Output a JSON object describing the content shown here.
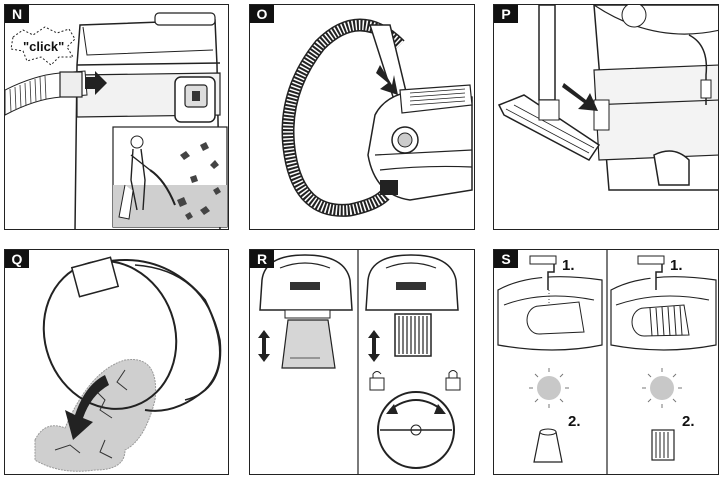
{
  "panels": [
    {
      "label": "N",
      "caption": "\"click\""
    },
    {
      "label": "O"
    },
    {
      "label": "P"
    },
    {
      "label": "Q"
    },
    {
      "label": "R"
    },
    {
      "label": "S",
      "steps": [
        "1.",
        "1.",
        "2.",
        "2."
      ]
    }
  ]
}
